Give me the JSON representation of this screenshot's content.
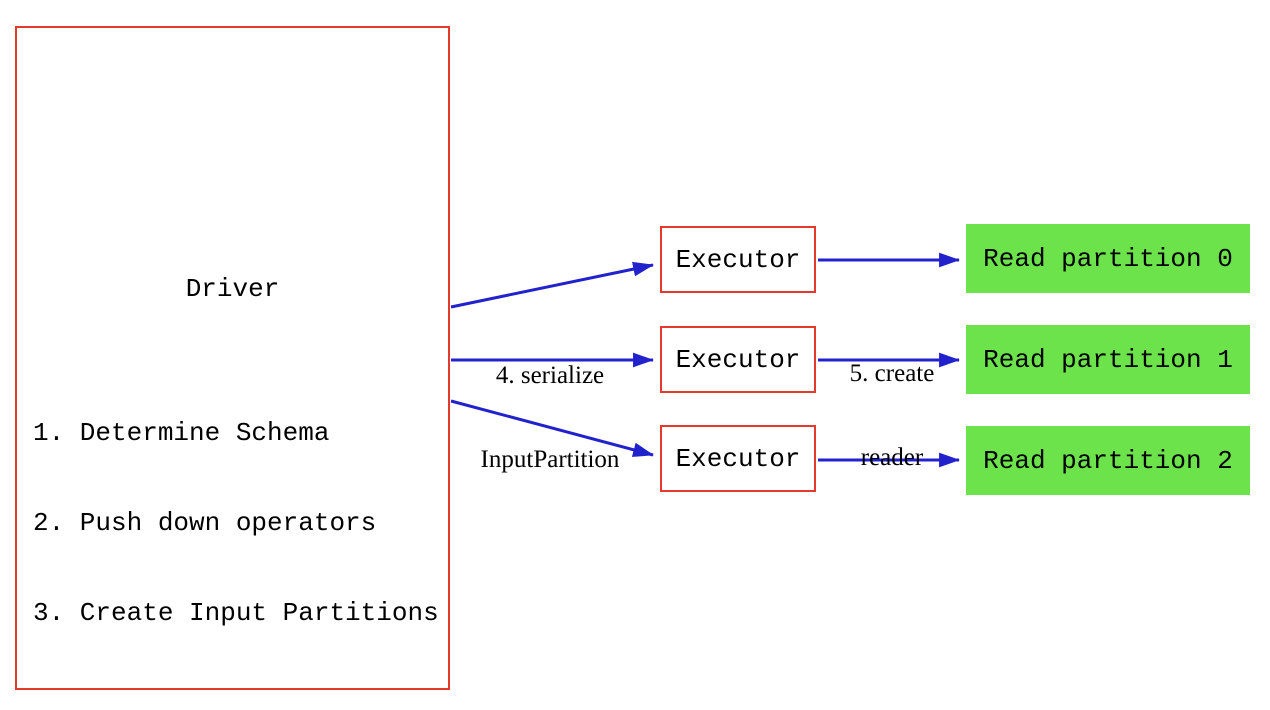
{
  "colors": {
    "box_border_red": "#e43a2e",
    "arrow_blue": "#2222cc",
    "partition_green": "#6ce24b",
    "text_black": "#000000",
    "background": "#ffffff"
  },
  "driver": {
    "title": "Driver",
    "steps": [
      "1. Determine Schema",
      "2. Push down operators",
      "3. Create Input Partitions"
    ]
  },
  "executors": [
    {
      "label": "Executor"
    },
    {
      "label": "Executor"
    },
    {
      "label": "Executor"
    }
  ],
  "partitions": [
    {
      "label": "Read partition 0"
    },
    {
      "label": "Read partition 1"
    },
    {
      "label": "Read partition 2"
    }
  ],
  "edge_labels": {
    "serialize": {
      "line1": "4. serialize",
      "line2": "InputPartition"
    },
    "create_reader": {
      "line1": "5. create",
      "line2": "reader"
    }
  }
}
